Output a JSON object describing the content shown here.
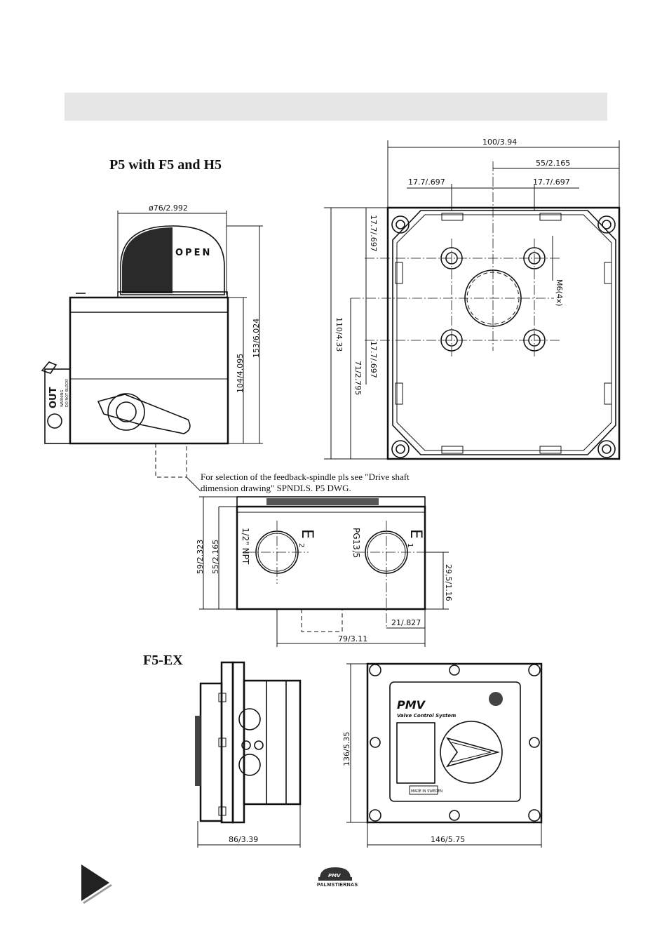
{
  "titles": {
    "p5": "P5 with F5 and H5",
    "f5ex": "F5-EX"
  },
  "note": "For selection of the feedback-spindle pls see \"Drive shaft dimension drawing\" SPNDLS. P5 DWG.",
  "side_view": {
    "dia_width": "ø76/2.992",
    "height_104": "104/4.095",
    "height_153": "153/6.024",
    "indicator_text": "OPEN",
    "lever_label": "OUT",
    "warning_1": "WARNING",
    "warning_2": "DO NOT BLOCK!"
  },
  "top_view": {
    "width_100": "100/3.94",
    "width_55": "55/2.165",
    "dim_17_left": "17.7/.697",
    "dim_17_right": "17.7/.697",
    "height_110": "110/4.33",
    "height_71": "71/2.795",
    "dim_17_upper": "17.7/.697",
    "dim_17_lower": "17.7/.697",
    "thread": "M6(4x)"
  },
  "front_view": {
    "h_59": "59/2.323",
    "h_55": "55/2.165",
    "entry_e2": "E",
    "entry_e2_sub": "2",
    "entry_e1": "E",
    "entry_e1_sub": "1",
    "thread_e2": "1/2\" NPT",
    "thread_e1": "PG13,5",
    "h_29": "29,5/1.16",
    "w_21": "21/.827",
    "w_79": "79/3.11"
  },
  "f5ex_view": {
    "w_86": "86/3.39",
    "w_146": "146/5.75",
    "h_136": "136/5.35",
    "brand": "PMV",
    "subtitle": "Valve Control System",
    "plate": "MADE IN SWEDEN"
  },
  "footer": {
    "brand": "PALMSTIERNAS",
    "logo": "PMV"
  }
}
